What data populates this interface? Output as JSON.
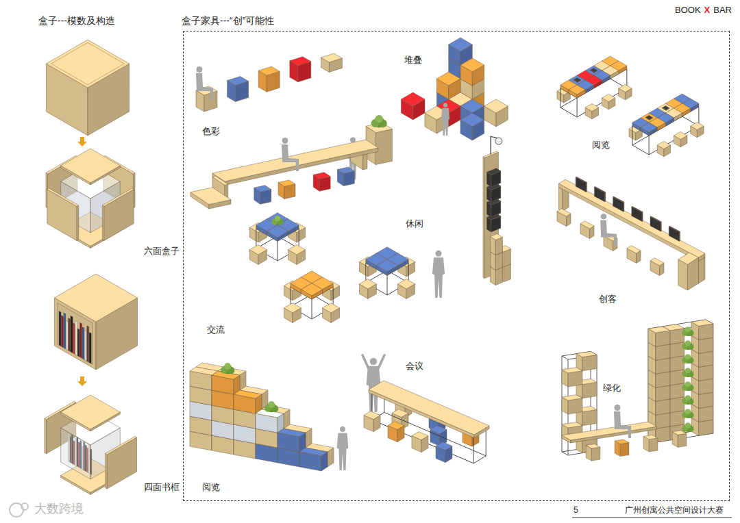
{
  "diagram": {
    "caption": "广州创寓公共空间设计大赛",
    "nodes": [
      {
        "text": [
          "盒子家具---“创”可能性"
        ]
      }
    ],
    "edges": [],
    "labels": [
      "BOOK",
      "X",
      "BAR",
      "盒子---模数及构造",
      "六面盒子",
      "四面书框",
      "色彩",
      "堆叠",
      "阅览",
      "休闲",
      "创客",
      "交流",
      "会议",
      "绿化",
      "阅览",
      "5",
      "大数跨境"
    ]
  }
}
